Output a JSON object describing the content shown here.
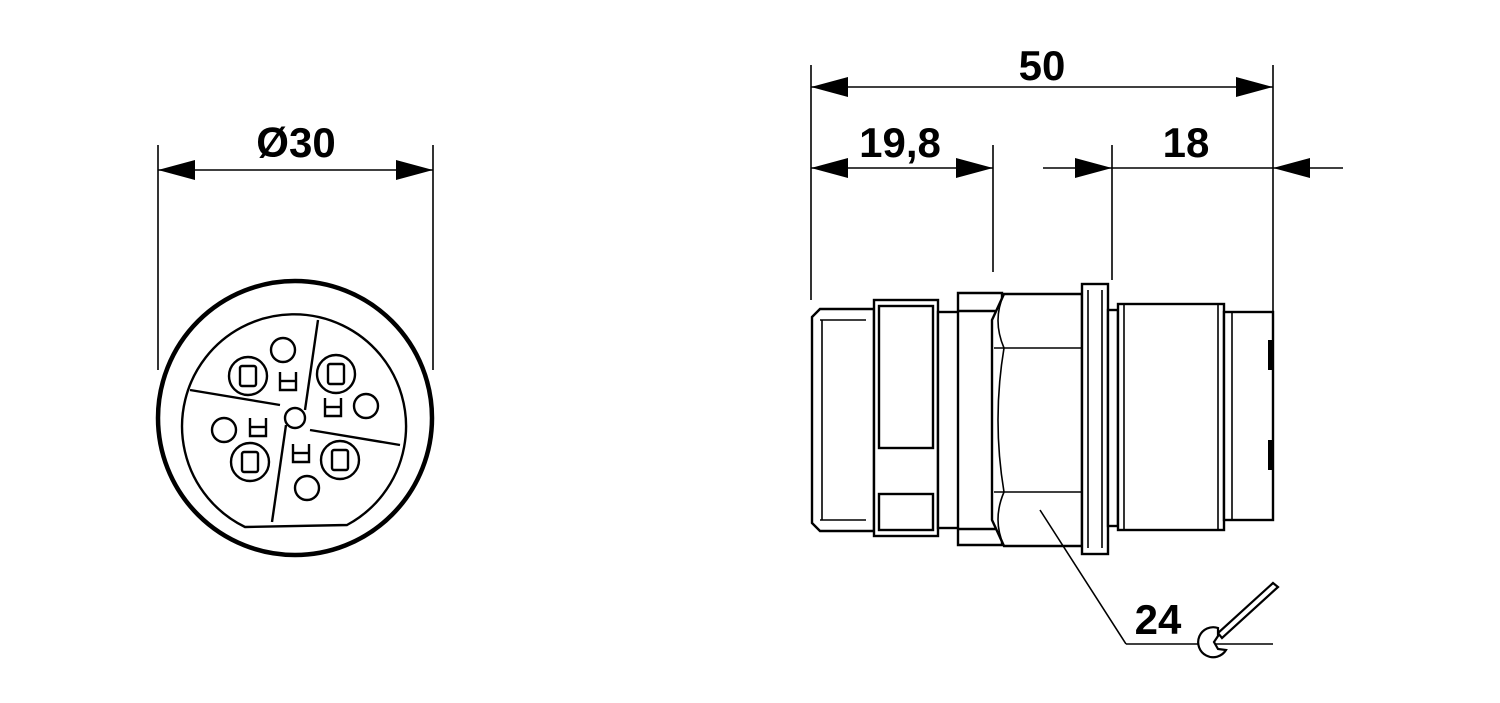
{
  "front_view": {
    "diameter_label": "Ø30"
  },
  "side_view": {
    "overall_length_label": "50",
    "front_section_label": "19,8",
    "rear_section_label": "18",
    "wrench_size_label": "24"
  },
  "icons": {
    "wrench": "wrench-icon"
  }
}
